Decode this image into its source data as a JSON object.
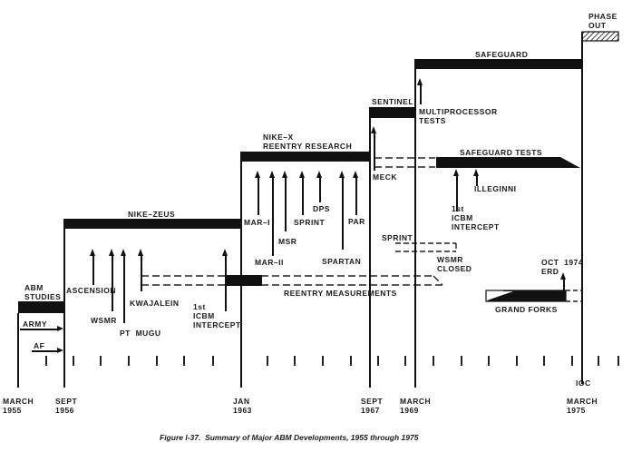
{
  "figure": {
    "caption": "Figure I-37.  Summary of Major ABM Developments, 1955 through 1975"
  },
  "programs": {
    "abm_studies": "ABM\nSTUDIES",
    "army": "ARMY",
    "af": "AF",
    "nike_zeus": "NIKE–ZEUS",
    "nike_x": "NIKE–X\nREENTRY RESEARCH",
    "sentinel": "SENTINEL",
    "safeguard": "SAFEGUARD",
    "phase_out": "PHASE\nOUT",
    "safeguard_tests": "SAFEGUARD TESTS",
    "reentry_measurements": "REENTRY MEASUREMENTS",
    "grand_forks": "GRAND FORKS"
  },
  "events": {
    "ascension": "ASCENSION",
    "wsmr": "WSMR",
    "pt_mugu": "PT  MUGU",
    "kwajalein": "KWAJALEIN",
    "first_icbm_intercept_zeus": "1st\nICBM\nINTERCEPT",
    "mar_i": "MAR–I",
    "mar_ii": "MAR–II",
    "msr": "MSR",
    "sprint": "SPRINT",
    "dps": "DPS",
    "spartan": "SPARTAN",
    "par": "PAR",
    "meck": "MECK",
    "multiprocessor_tests": "MULTIPROCESSOR\nTESTS",
    "first_icbm_intercept_safeguard": "1st\nICBM\nINTERCEPT",
    "illeginni": "ILLEGINNI",
    "sprint_wsmr": "SPRINT",
    "wsmr_closed": "WSMR\nCLOSED",
    "oct_1974_erd": "OCT  1974\nERD",
    "ioc": "IOC"
  },
  "timeline": {
    "dates": [
      {
        "label": "MARCH\n1955"
      },
      {
        "label": "SEPT\n1956"
      },
      {
        "label": "JAN\n1963"
      },
      {
        "label": "SEPT\n1967"
      },
      {
        "label": "MARCH\n1969"
      },
      {
        "label": "MARCH\n1975"
      }
    ]
  }
}
